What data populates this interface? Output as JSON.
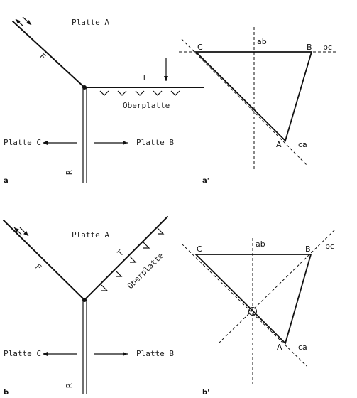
{
  "panels": {
    "a": {
      "label": "a",
      "plate_top": "Platte A",
      "plate_left": "Platte C",
      "plate_right": "Platte B",
      "fault_label": "F",
      "trench_label": "T",
      "ridge_label": "R",
      "overriding": "Oberplatte"
    },
    "a_prime": {
      "label": "a'",
      "vertex_c": "C",
      "vertex_b": "B",
      "vertex_a": "A",
      "line_ab": "ab",
      "line_bc": "bc",
      "line_ca": "ca"
    },
    "b": {
      "label": "b",
      "plate_top": "Platte A",
      "plate_left": "Platte C",
      "plate_right": "Platte B",
      "fault_label": "F",
      "trench_label": "T",
      "ridge_label": "R",
      "overriding": "Oberplatte"
    },
    "b_prime": {
      "label": "b'",
      "vertex_c": "C",
      "vertex_b": "B",
      "vertex_a": "A",
      "line_ab": "ab",
      "line_bc": "bc",
      "line_ca": "ca"
    }
  }
}
